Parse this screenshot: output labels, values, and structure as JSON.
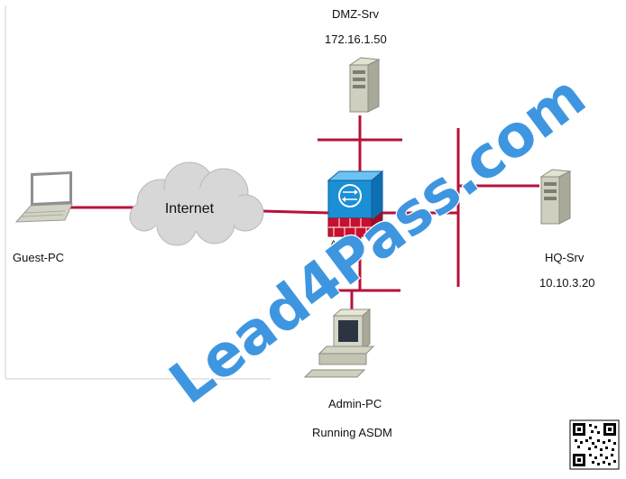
{
  "colors": {
    "link": "#b5133a",
    "watermark": "#3f96e0",
    "asa_blue": "#1b8fd6",
    "asa_brick": "#c8102e",
    "cloud": "#d7d7d7"
  },
  "nodes": {
    "dmz_srv": {
      "name": "DMZ-Srv",
      "ip": "172.16.1.50",
      "icon": "server-icon"
    },
    "hq_srv": {
      "name": "HQ-Srv",
      "ip": "10.10.3.20",
      "icon": "server-icon"
    },
    "guest_pc": {
      "name": "Guest-PC",
      "icon": "laptop-icon"
    },
    "admin_pc": {
      "name": "Admin-PC",
      "note": "Running ASDM",
      "icon": "desktop-pc-icon"
    },
    "internet": {
      "name": "Internet",
      "icon": "cloud-icon"
    },
    "asa": {
      "name": "ASA",
      "icon": "firewall-icon"
    }
  },
  "watermark": {
    "text": "Lead4Pass.com"
  },
  "qr": {
    "icon": "qr-code-icon"
  }
}
